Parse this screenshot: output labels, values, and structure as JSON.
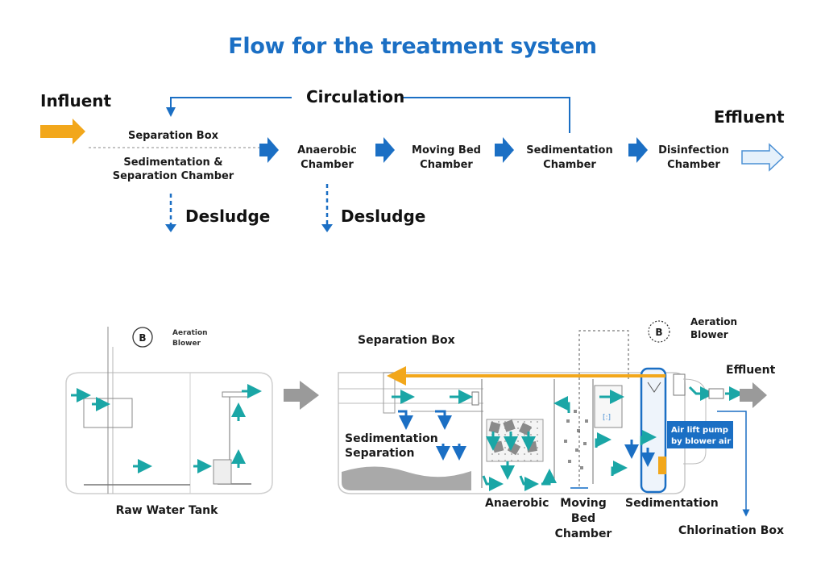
{
  "title": "Flow for the treatment system",
  "flow": {
    "influent": "Influent",
    "effluent": "Effluent",
    "circulation": "Circulation",
    "separation_box": "Separation Box",
    "stage1_line1": "Sedimentation &",
    "stage1_line2": "Separation Chamber",
    "stage2_line1": "Anaerobic",
    "stage2_line2": "Chamber",
    "stage3_line1": "Moving Bed",
    "stage3_line2": "Chamber",
    "stage4_line1": "Sedimentation",
    "stage4_line2": "Chamber",
    "stage5_line1": "Disinfection",
    "stage5_line2": "Chamber",
    "desludge_1": "Desludge",
    "desludge_2": "Desludge"
  },
  "raw_tank": {
    "label": "Raw Water Tank",
    "badge": "B",
    "blower_line1": "Aeration",
    "blower_line2": "Blower"
  },
  "detail": {
    "separation_box": "Separation Box",
    "badge": "B",
    "aeration_line1": "Aeration",
    "aeration_line2": "Blower",
    "effluent": "Effluent",
    "sed_line1": "Sedimentation",
    "sed_line2": "Separation",
    "anaerobic": "Anaerobic",
    "moving_line1": "Moving",
    "moving_line2": "Bed",
    "moving_line3": "Chamber",
    "sedimentation": "Sedimentation",
    "chlorination": "Chlorination Box",
    "airlift_line1": "Air lift pump",
    "airlift_line2": "by blower air"
  },
  "colors": {
    "blue": "#1b6fc4",
    "orange": "#f2a71b",
    "teal": "#1aa6a6",
    "gray": "#9a9a9a"
  }
}
